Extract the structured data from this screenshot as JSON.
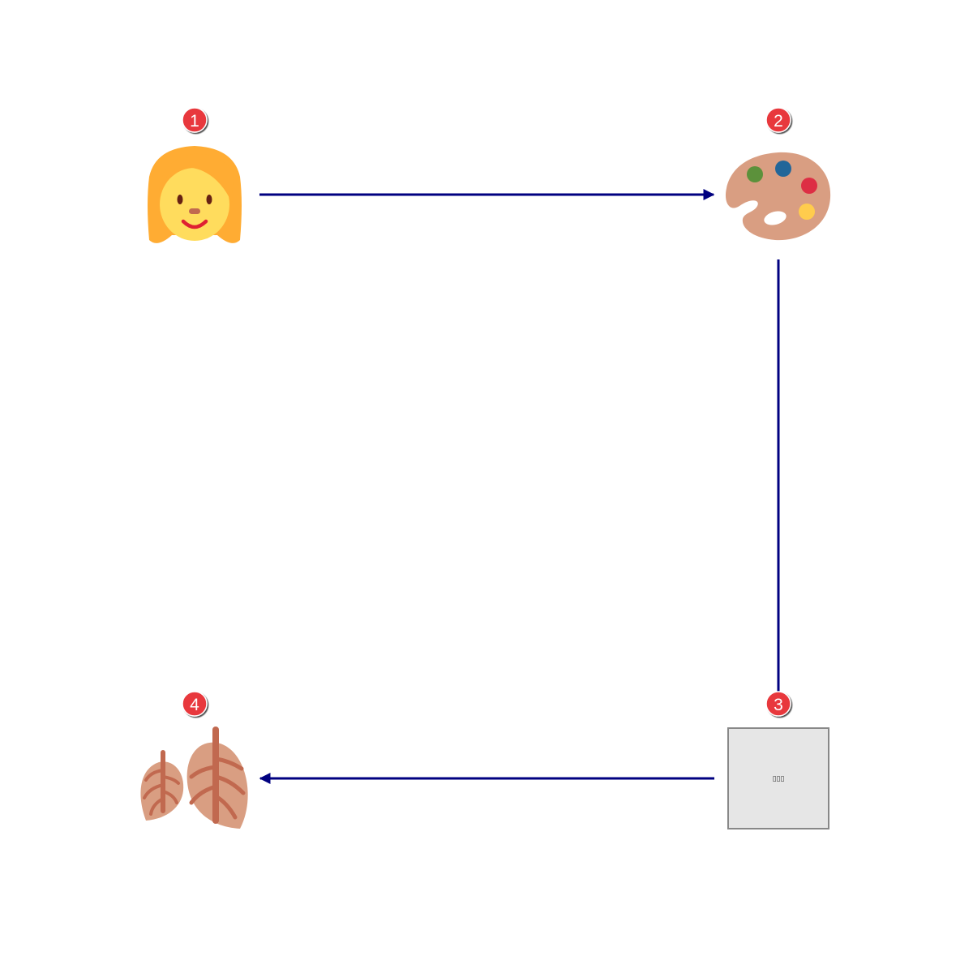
{
  "diagram": {
    "nodes": [
      {
        "id": 1,
        "badge": "1",
        "icon": "woman-icon"
      },
      {
        "id": 2,
        "badge": "2",
        "icon": "artist-palette-icon"
      },
      {
        "id": 3,
        "badge": "3",
        "icon": "missing-glyph-box",
        "glyph_text": "▯▯▯"
      },
      {
        "id": 4,
        "badge": "4",
        "icon": "lungs-icon"
      }
    ],
    "edges": [
      {
        "from": 1,
        "to": 2
      },
      {
        "from": 2,
        "to": 3
      },
      {
        "from": 3,
        "to": 4
      }
    ]
  },
  "colors": {
    "edge": "#000080",
    "badge_fill": "#e8383d",
    "badge_text": "#ffffff"
  }
}
